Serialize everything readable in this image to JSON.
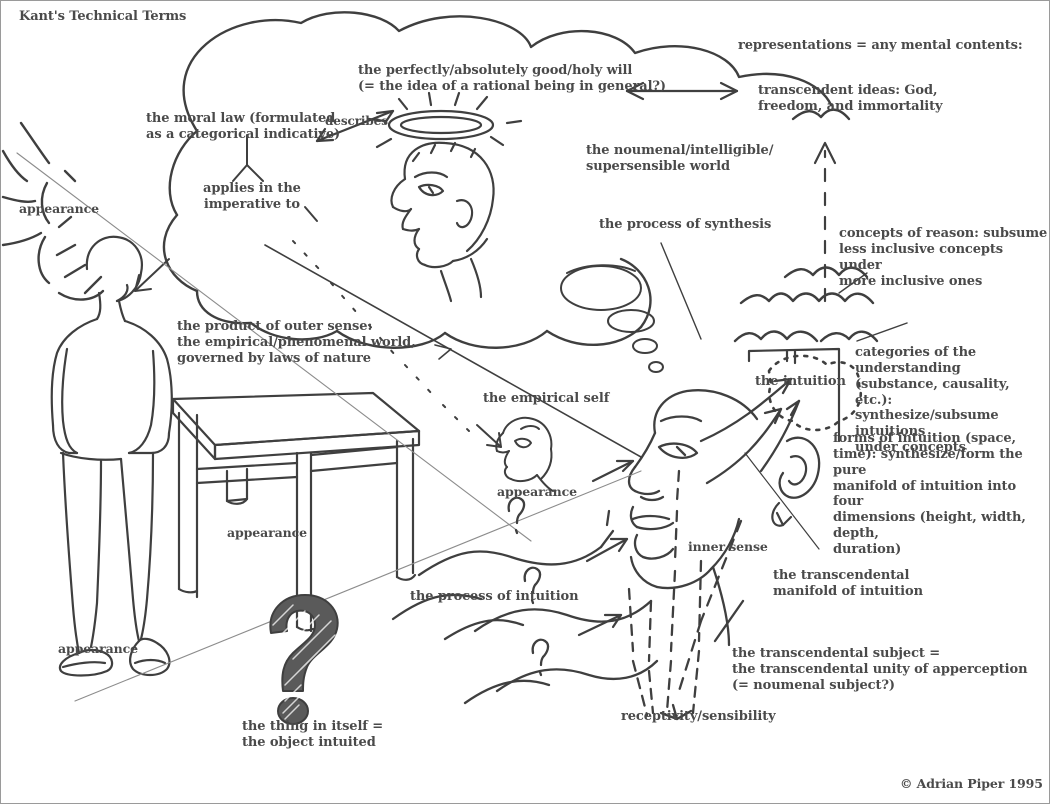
{
  "document": {
    "title": "Kant's Technical Terms",
    "credit": "© Adrian Piper 1995",
    "type": "hand-drawn conceptual diagram"
  },
  "labels": {
    "title": "Kant's Technical Terms",
    "appearance_sun": "appearance",
    "moral_law": "the moral law (formulated\nas a categorical indicative)",
    "applies_in": "applies in the\nimperative to",
    "describes": "describes",
    "holy_will": "the perfectly/absolutely good/holy will\n(= the idea of a rational being in general?)",
    "representations": "representations = any mental contents:",
    "transcendent_ideas": "transcendent ideas: God,\nfreedom, and immortality",
    "noumenal_world": "the noumenal/intelligible/\nsupersensible world",
    "process_of_synthesis": "the process of synthesis",
    "concepts_of_reason": "concepts of reason: subsume\nless inclusive concepts under\nmore inclusive ones",
    "categories_understanding": "categories of the understanding\n(substance, causality, etc.):\nsynthesize/subsume intuitions\nunder concepts",
    "the_intuition": "the intuition",
    "forms_of_intuition": "forms of intuition (space,\ntime): synthesize/form the pure\nmanifold of intuition into four\ndimensions (height, width, depth,\nduration)",
    "product_outer_sense": "the product of outer sense:\nthe empirical/phenomenal world,\ngoverned by laws of nature",
    "empirical_self": "the empirical self",
    "appearance_self": "appearance",
    "appearance_table": "appearance",
    "appearance_person": "appearance",
    "process_of_intuition": "the process of intuition",
    "thing_in_itself": "the thing in itself =\nthe object intuited",
    "inner_sense": "inner sense",
    "transcendental_manifold": "the transcendental\nmanifold of intuition",
    "transcendental_subject": "the transcendental subject =\nthe transcendental unity of apperception\n(= noumenal subject?)",
    "receptivity": "receptivity/sensibility",
    "credit": "© Adrian Piper 1995",
    "question_mark_1": "?",
    "question_mark_2": "?",
    "question_mark_3": "?",
    "question_mark_4": "?"
  },
  "figures": {
    "thought_cloud": "large scalloped thought cloud enclosing the noumenal realm",
    "halo_head": "profile head with radiant halo above it",
    "standing_person": "standing human figure, hands in pockets",
    "table": "wooden table in perspective",
    "small_head": "small profile head labelled the empirical self",
    "large_head": "large profile head at center-right",
    "sunburst": "sun with radiating rays at upper left",
    "hatched_question_mark": "large cross-hatched question mark",
    "dotted_blob": "dotted irregular blob labelled the intuition",
    "brace_stack": "stacked wavy braces representing concept hierarchy"
  },
  "colors": {
    "ink": "#4a4a4a",
    "stroke": "#3f3f3f",
    "background": "#ffffff",
    "border": "#9a9a9a",
    "faint_line": "#8c8c8c"
  }
}
